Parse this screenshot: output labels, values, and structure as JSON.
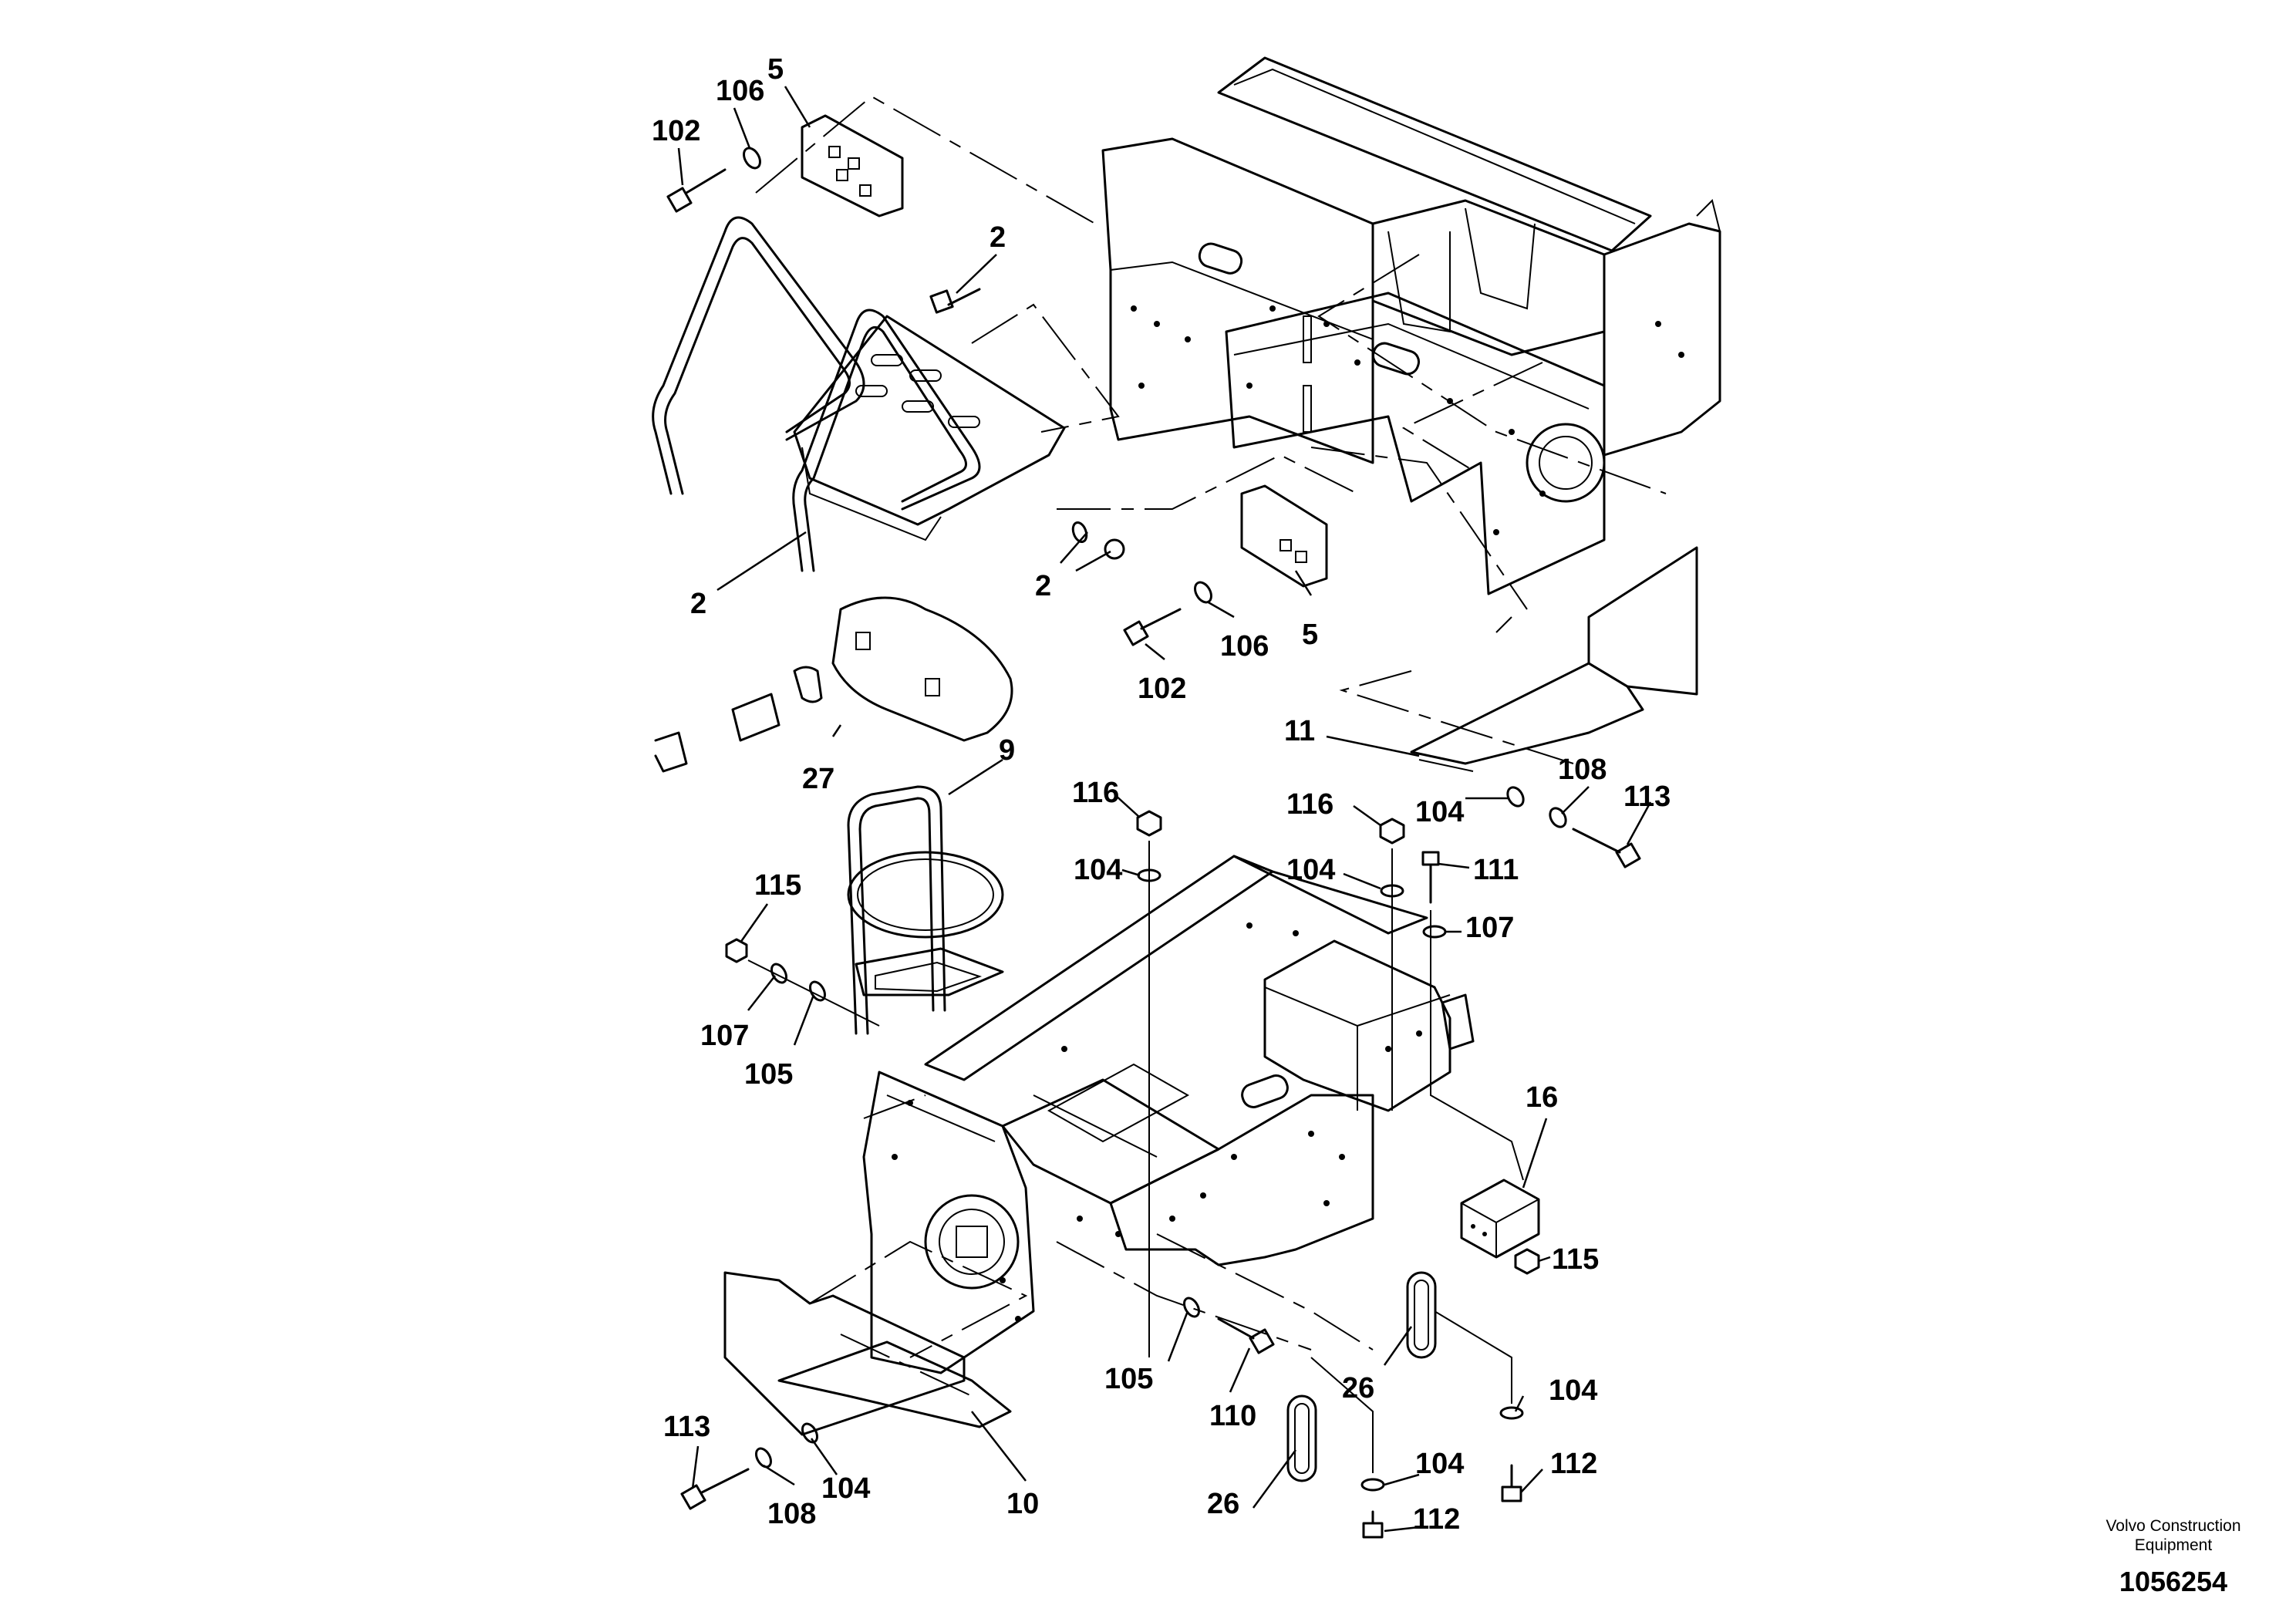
{
  "callouts": [
    {
      "id": "c-102-a",
      "text": "102"
    },
    {
      "id": "c-106-a",
      "text": "106"
    },
    {
      "id": "c-5-a",
      "text": "5"
    },
    {
      "id": "c-2-a",
      "text": "2"
    },
    {
      "id": "c-2-b",
      "text": "2"
    },
    {
      "id": "c-2-c",
      "text": "2"
    },
    {
      "id": "c-102-b",
      "text": "102"
    },
    {
      "id": "c-106-b",
      "text": "106"
    },
    {
      "id": "c-5-b",
      "text": "5"
    },
    {
      "id": "c-11",
      "text": "11"
    },
    {
      "id": "c-104-a",
      "text": "104"
    },
    {
      "id": "c-108-a",
      "text": "108"
    },
    {
      "id": "c-113-a",
      "text": "113"
    },
    {
      "id": "c-27",
      "text": "27"
    },
    {
      "id": "c-9",
      "text": "9"
    },
    {
      "id": "c-116-a",
      "text": "116"
    },
    {
      "id": "c-104-b",
      "text": "104"
    },
    {
      "id": "c-116-b",
      "text": "116"
    },
    {
      "id": "c-104-c",
      "text": "104"
    },
    {
      "id": "c-111",
      "text": "111"
    },
    {
      "id": "c-107-a",
      "text": "107"
    },
    {
      "id": "c-115-a",
      "text": "115"
    },
    {
      "id": "c-107-b",
      "text": "107"
    },
    {
      "id": "c-105-a",
      "text": "105"
    },
    {
      "id": "c-16",
      "text": "16"
    },
    {
      "id": "c-115-b",
      "text": "115"
    },
    {
      "id": "c-105-b",
      "text": "105"
    },
    {
      "id": "c-110",
      "text": "110"
    },
    {
      "id": "c-26-a",
      "text": "26"
    },
    {
      "id": "c-104-d",
      "text": "104"
    },
    {
      "id": "c-113-b",
      "text": "113"
    },
    {
      "id": "c-108-b",
      "text": "108"
    },
    {
      "id": "c-104-e",
      "text": "104"
    },
    {
      "id": "c-10",
      "text": "10"
    },
    {
      "id": "c-26-b",
      "text": "26"
    },
    {
      "id": "c-104-f",
      "text": "104"
    },
    {
      "id": "c-112-a",
      "text": "112"
    },
    {
      "id": "c-112-b",
      "text": "112"
    }
  ],
  "footer": {
    "brand_line1": "Volvo Construction",
    "brand_line2": "Equipment",
    "doc_number": "1056254"
  }
}
